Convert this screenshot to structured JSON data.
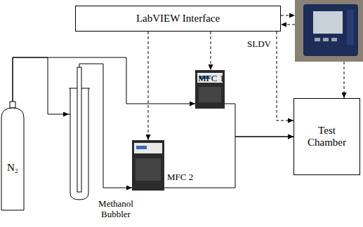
{
  "diagram": {
    "nodes": [
      {
        "text": [
          "LabVIEW Interface"
        ]
      },
      {
        "text": [
          "SLDV"
        ]
      },
      {
        "text": [
          "MFC 1"
        ]
      },
      {
        "text": [
          "MFC 2"
        ]
      },
      {
        "text": [
          "N₂"
        ]
      },
      {
        "text": [
          "Methanol Bubbler"
        ]
      },
      {
        "text": [
          "Test Chamber"
        ]
      }
    ],
    "edges": [
      {
        "from": 0,
        "to": 1,
        "arrow": "to"
      },
      {
        "from": 1,
        "to": 0,
        "arrow": "to"
      },
      {
        "from": 0,
        "to": 2,
        "arrow": "to"
      },
      {
        "from": 0,
        "to": 3,
        "arrow": "to"
      },
      {
        "from": 0,
        "to": 6,
        "arrow": "to"
      },
      {
        "from": 1,
        "to": 6,
        "arrow": "to"
      },
      {
        "from": 4,
        "to": 2,
        "arrow": "to"
      },
      {
        "from": 4,
        "to": 5,
        "arrow": "to"
      },
      {
        "from": 5,
        "to": 3,
        "arrow": "to"
      },
      {
        "from": 2,
        "to": 6,
        "arrow": "to"
      },
      {
        "from": 3,
        "to": 6,
        "arrow": "to"
      }
    ]
  }
}
